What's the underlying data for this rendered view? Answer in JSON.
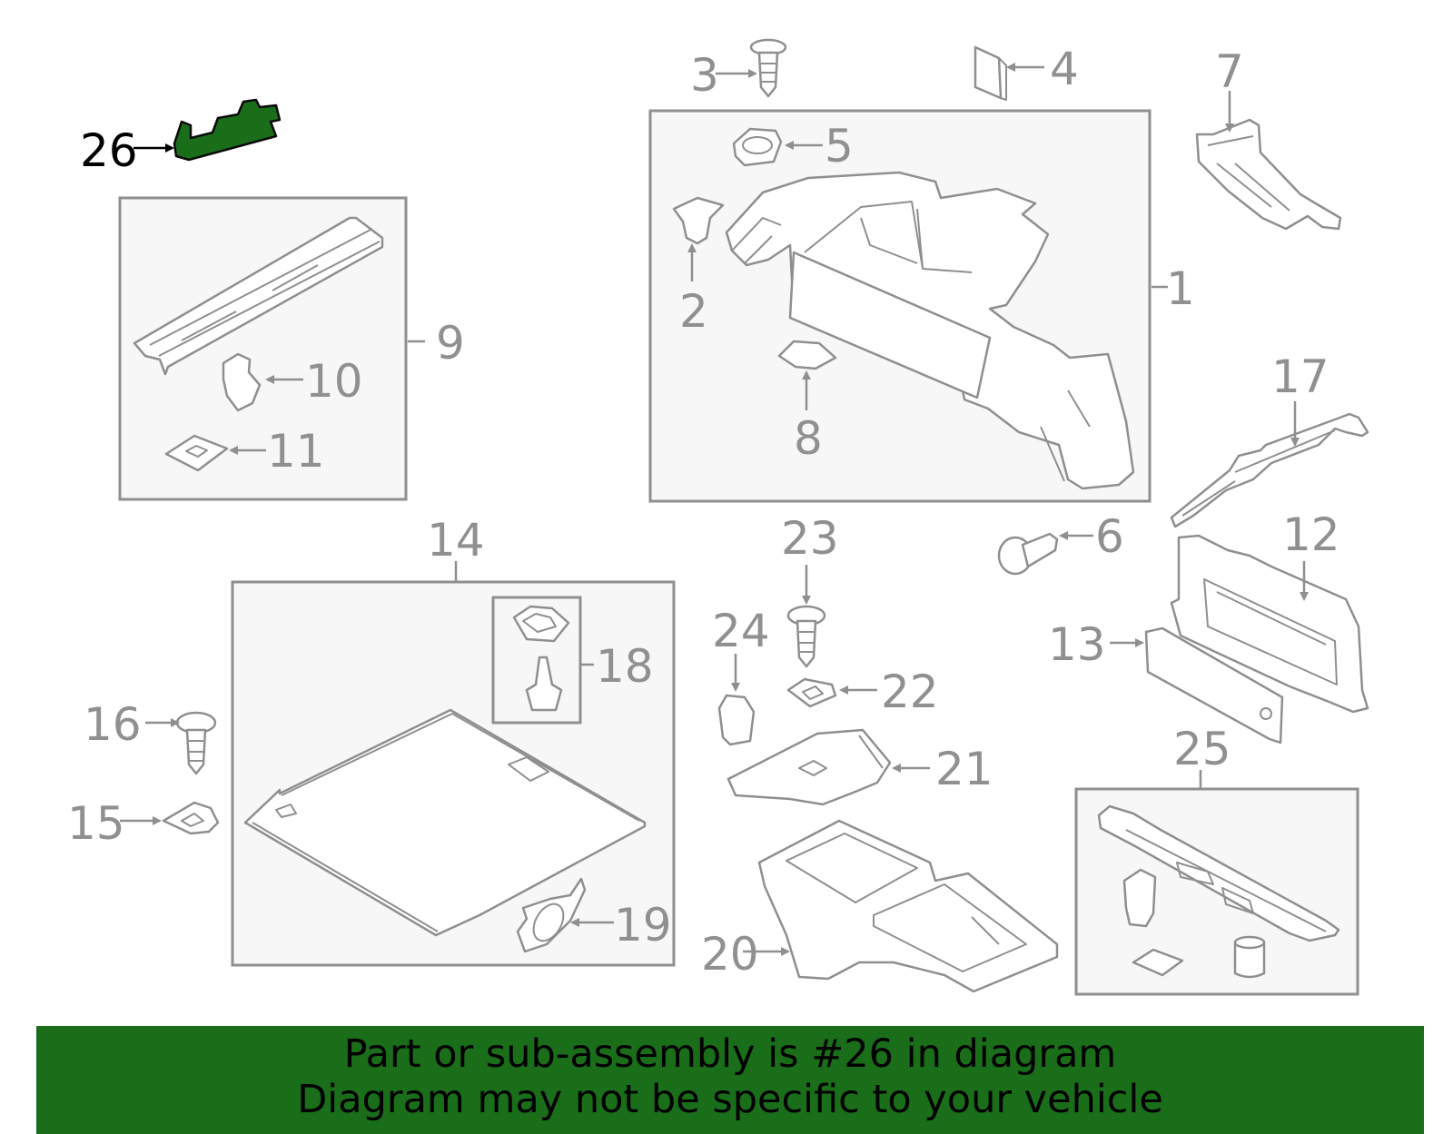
{
  "highlight_color": "#1a6e1a",
  "banner": {
    "line1": "Part or sub-assembly is #26 in diagram",
    "line2": "Diagram may not be specific to your vehicle"
  },
  "callouts": {
    "c1": "1",
    "c2": "2",
    "c3": "3",
    "c4": "4",
    "c5": "5",
    "c6": "6",
    "c7": "7",
    "c8": "8",
    "c9": "9",
    "c10": "10",
    "c11": "11",
    "c12": "12",
    "c13": "13",
    "c14": "14",
    "c15": "15",
    "c16": "16",
    "c17": "17",
    "c18": "18",
    "c19": "19",
    "c20": "20",
    "c21": "21",
    "c22": "22",
    "c23": "23",
    "c24": "24",
    "c25": "25",
    "c26": "26"
  }
}
